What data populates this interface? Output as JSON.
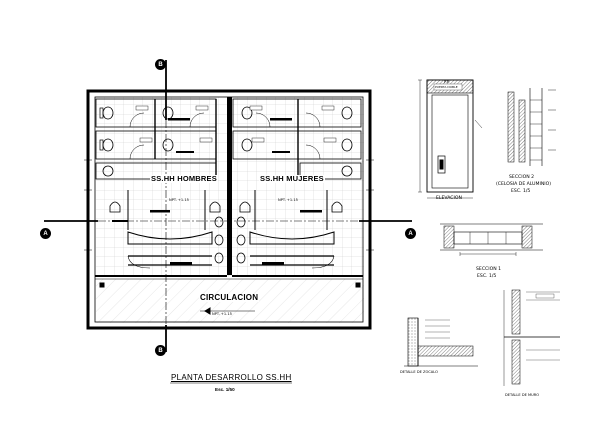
{
  "plan": {
    "title": "PLANTA DESARROLLO SS.HH",
    "scale": "Esc. 1/50",
    "rooms": {
      "men": "SS.HH HOMBRES",
      "women": "SS.HH MUJERES",
      "corridor": "CIRCULACION"
    },
    "level_mark": "NPT. +1.15",
    "markers": {
      "a_left": "A",
      "a_right": "A",
      "b_top": "B",
      "b_bottom": "B"
    }
  },
  "details": {
    "elevation": {
      "title": "ELEVACION",
      "top_note": "P.P.",
      "top_note_2": "PUERTA DOBLE"
    },
    "section2": {
      "title": "SECCION 2",
      "subtitle": "(CELOSIA DE ALUMINIO)",
      "scale": "ESC. 1/5"
    },
    "section1": {
      "title": "SECCION 1",
      "scale": "ESC. 1/5"
    },
    "detail_a": {
      "title": "DETALLE DE ZOCALO"
    },
    "detail_b": {
      "title": "DETALLE DE MURO"
    }
  }
}
